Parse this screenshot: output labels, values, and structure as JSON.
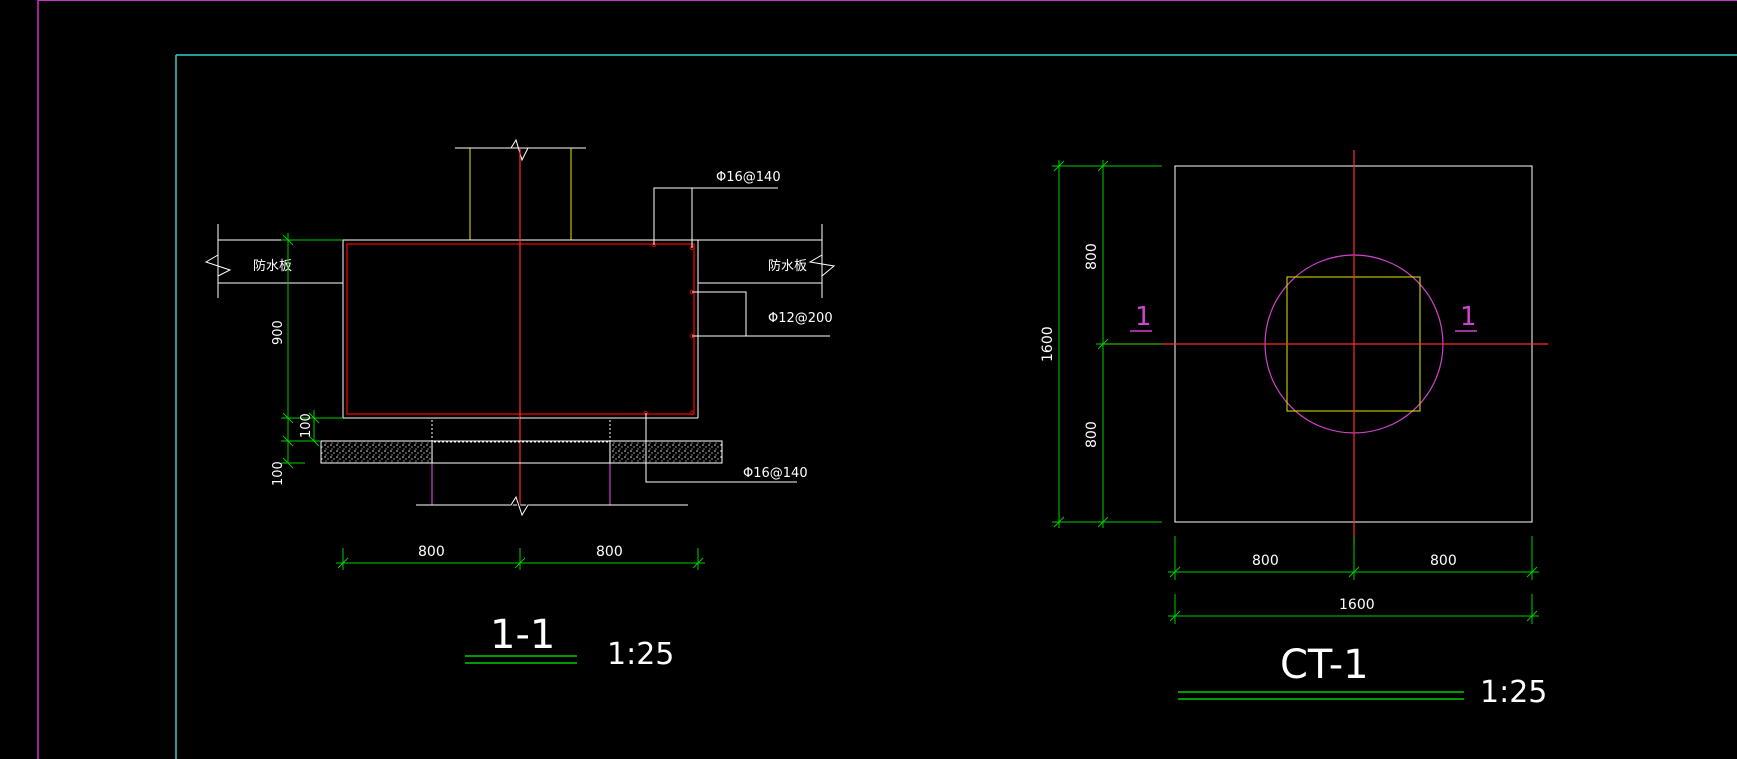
{
  "colors": {
    "background": "#000000",
    "outer_frame": "#cc33cc",
    "inner_frame": "#33cccc",
    "concrete": "#ffffff",
    "rebar": "#cc0000",
    "centerline": "#ff2a2a",
    "column": "#e6e600",
    "dimension": "#00cc00",
    "pile": "#cc44cc",
    "annotation": "#ffffff"
  },
  "section_view": {
    "title": "1-1",
    "scale": "1:25",
    "labels": {
      "waterproof_left": "防水板",
      "waterproof_right": "防水板",
      "rebar_top": "Φ16@140",
      "rebar_side": "Φ12@200",
      "rebar_bottom": "Φ16@140"
    },
    "dimensions": {
      "depth": "900",
      "cushion": "100",
      "bedding": "100",
      "width_left": "800",
      "width_right": "800"
    }
  },
  "plan_view": {
    "title": "CT-1",
    "scale": "1:25",
    "section_marks": [
      "1",
      "1"
    ],
    "dimensions": {
      "upper_half": "800",
      "lower_half": "800",
      "total_height": "1600",
      "width_left": "800",
      "width_right": "800",
      "total_width": "1600"
    }
  }
}
